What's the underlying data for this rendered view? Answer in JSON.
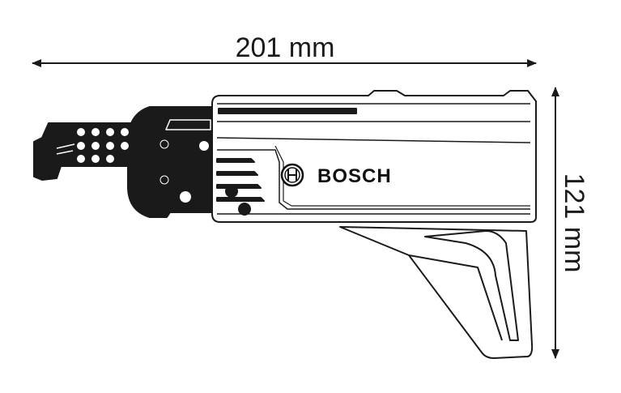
{
  "dimensions": {
    "width_label": "201 mm",
    "height_label": "121 mm"
  },
  "product": {
    "brand_logo_text": "BOSCH"
  },
  "colors": {
    "line": "#1a1a1a",
    "fill": "#ffffff"
  }
}
